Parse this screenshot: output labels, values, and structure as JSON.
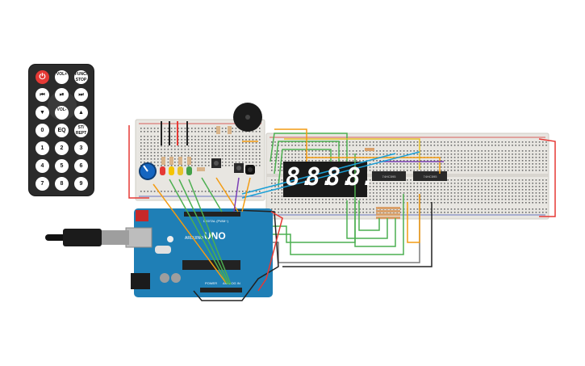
{
  "remote": {
    "buttons": [
      {
        "label": "⏻",
        "name": "power-button",
        "kind": "power"
      },
      {
        "label": "VOL+",
        "name": "vol-up-button",
        "kind": "small"
      },
      {
        "label": "FUNC/ STOP",
        "name": "func-stop-button",
        "kind": "small"
      },
      {
        "label": "⏮",
        "name": "prev-button",
        "kind": "normal"
      },
      {
        "label": "⏯",
        "name": "play-pause-button",
        "kind": "normal"
      },
      {
        "label": "⏭",
        "name": "next-button",
        "kind": "normal"
      },
      {
        "label": "▼",
        "name": "down-button",
        "kind": "normal"
      },
      {
        "label": "VOL-",
        "name": "vol-down-button",
        "kind": "small"
      },
      {
        "label": "▲",
        "name": "up-button",
        "kind": "normal"
      },
      {
        "label": "0",
        "name": "digit-0-button",
        "kind": "normal"
      },
      {
        "label": "EQ",
        "name": "eq-button",
        "kind": "normal"
      },
      {
        "label": "ST/ REPT",
        "name": "st-rept-button",
        "kind": "small"
      },
      {
        "label": "1",
        "name": "digit-1-button",
        "kind": "normal"
      },
      {
        "label": "2",
        "name": "digit-2-button",
        "kind": "normal"
      },
      {
        "label": "3",
        "name": "digit-3-button",
        "kind": "normal"
      },
      {
        "label": "4",
        "name": "digit-4-button",
        "kind": "normal"
      },
      {
        "label": "5",
        "name": "digit-5-button",
        "kind": "normal"
      },
      {
        "label": "6",
        "name": "digit-6-button",
        "kind": "normal"
      },
      {
        "label": "7",
        "name": "digit-7-button",
        "kind": "normal"
      },
      {
        "label": "8",
        "name": "digit-8-button",
        "kind": "normal"
      },
      {
        "label": "9",
        "name": "digit-9-button",
        "kind": "normal"
      }
    ]
  },
  "display": {
    "digits": [
      "8.",
      "8.",
      "8.",
      "8."
    ]
  },
  "arduino": {
    "brand": "UNO",
    "logo_text": "ARDUINO",
    "digital_label": "DIGITAL (PWM~)",
    "power_label": "POWER",
    "analog_label": "ANALOG IN"
  },
  "chips": {
    "ic1": "74HC595",
    "ic2": "74HC595"
  },
  "colors": {
    "board_blue": "#1f7fb6",
    "breadboard": "#e8e6e1",
    "rail_red": "#d32f2f",
    "rail_blue": "#3f51b5",
    "wire_orange": "#f39c12",
    "wire_green": "#4caf50",
    "wire_yellow": "#e6c229",
    "wire_black": "#222222",
    "wire_cyan": "#1a9fd6",
    "wire_purple": "#7b3fb5",
    "wire_red": "#e53935"
  }
}
